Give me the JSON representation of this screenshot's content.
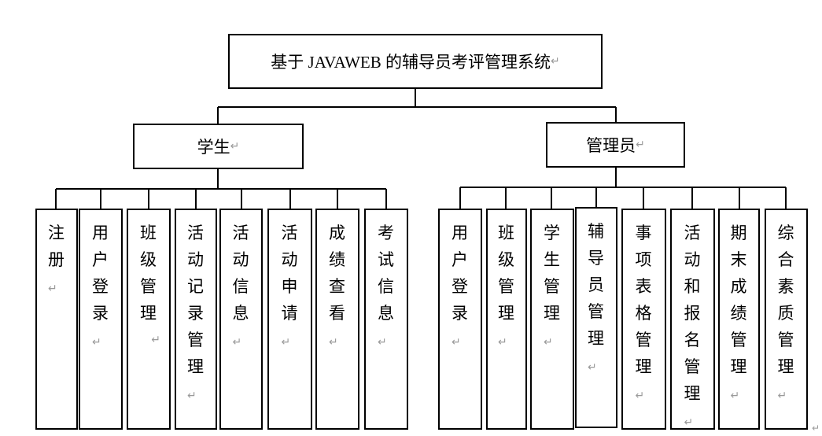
{
  "root": {
    "label": "基于 JAVAWEB 的辅导员考评管理系统"
  },
  "return_mark": "↵",
  "groups": [
    {
      "label": "学生",
      "children": [
        {
          "label": "注册"
        },
        {
          "label": "用户登录"
        },
        {
          "label": "班级管理"
        },
        {
          "label": "活动记录管理"
        },
        {
          "label": "活动信息"
        },
        {
          "label": "活动申请"
        },
        {
          "label": "成绩查看"
        },
        {
          "label": "考试信息"
        }
      ]
    },
    {
      "label": "管理员",
      "children": [
        {
          "label": "用户登录"
        },
        {
          "label": "班级管理"
        },
        {
          "label": "学生管理"
        },
        {
          "label": "辅导员管理"
        },
        {
          "label": "事项表格管理"
        },
        {
          "label": "活动和报名管理"
        },
        {
          "label": "期末成绩管理"
        },
        {
          "label": "综合素质管理"
        }
      ]
    }
  ]
}
